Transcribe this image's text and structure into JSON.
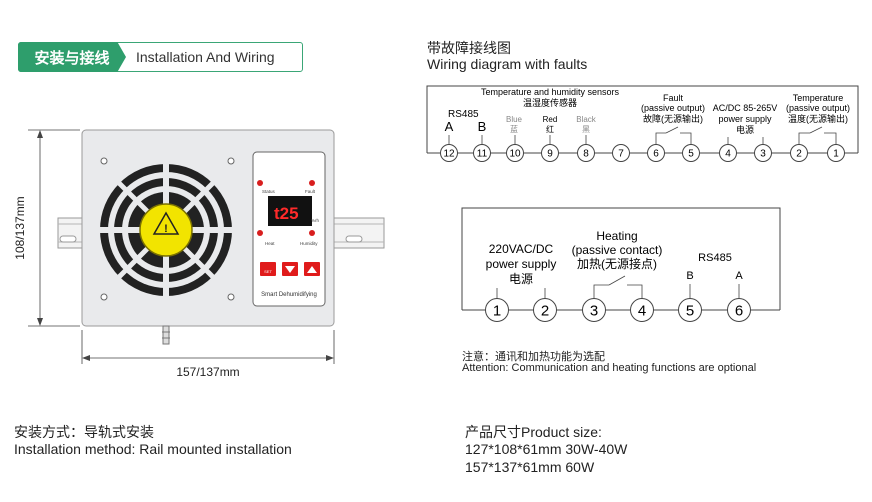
{
  "section_tag": {
    "cn": "安装与接线",
    "en": "Installation And Wiring"
  },
  "device": {
    "dim_height": "108/137mm",
    "dim_width": "157/137mm",
    "display_value": "t25",
    "display_unit": "%rh",
    "label_status": "Status",
    "label_fault": "Fault",
    "label_heat": "Heat",
    "label_humidity": "Humidity",
    "brand": "Smart Dehumidifying",
    "button_set": "SET",
    "warning_symbol": "!"
  },
  "wiring_fault": {
    "title_cn": "带故障接线图",
    "title_en": "Wiring diagram with faults",
    "sensor_en": "Temperature and humidity sensors",
    "sensor_cn": "温湿度传感器",
    "rs485": "RS485",
    "a": "A",
    "b": "B",
    "blue_en": "Blue",
    "blue_cn": "蓝",
    "red_en": "Red",
    "red_cn": "红",
    "black_en": "Black",
    "black_cn": "黑",
    "fault_en1": "Fault",
    "fault_en2": "(passive output)",
    "fault_cn": "故障(无源输出)",
    "power_en1": "AC/DC 85-265V",
    "power_en2": "power supply",
    "power_cn": "电源",
    "temp_en1": "Temperature",
    "temp_en2": "(passive output)",
    "temp_cn": "温度(无源输出)",
    "terminals": [
      "12",
      "11",
      "10",
      "9",
      "8",
      "7",
      "6",
      "5",
      "4",
      "3",
      "2",
      "1"
    ]
  },
  "wiring_basic": {
    "power_en1": "220VAC/DC",
    "power_en2": "power supply",
    "power_cn": "电源",
    "heat_en1": "Heating",
    "heat_en2": "(passive contact)",
    "heat_cn": "加热(无源接点)",
    "rs485": "RS485",
    "b": "B",
    "a": "A",
    "terminals": [
      "1",
      "2",
      "3",
      "4",
      "5",
      "6"
    ]
  },
  "note": {
    "cn": "注意：通讯和加热功能为选配",
    "en": "Attention: Communication and heating functions are optional"
  },
  "install": {
    "cn": "安装方式：导轨式安装",
    "en": "Installation method:  Rail mounted installation"
  },
  "size": {
    "title": "产品尺寸Product size:",
    "line1": "127*108*61mm  30W-40W",
    "line2": "157*137*61mm  60W"
  }
}
